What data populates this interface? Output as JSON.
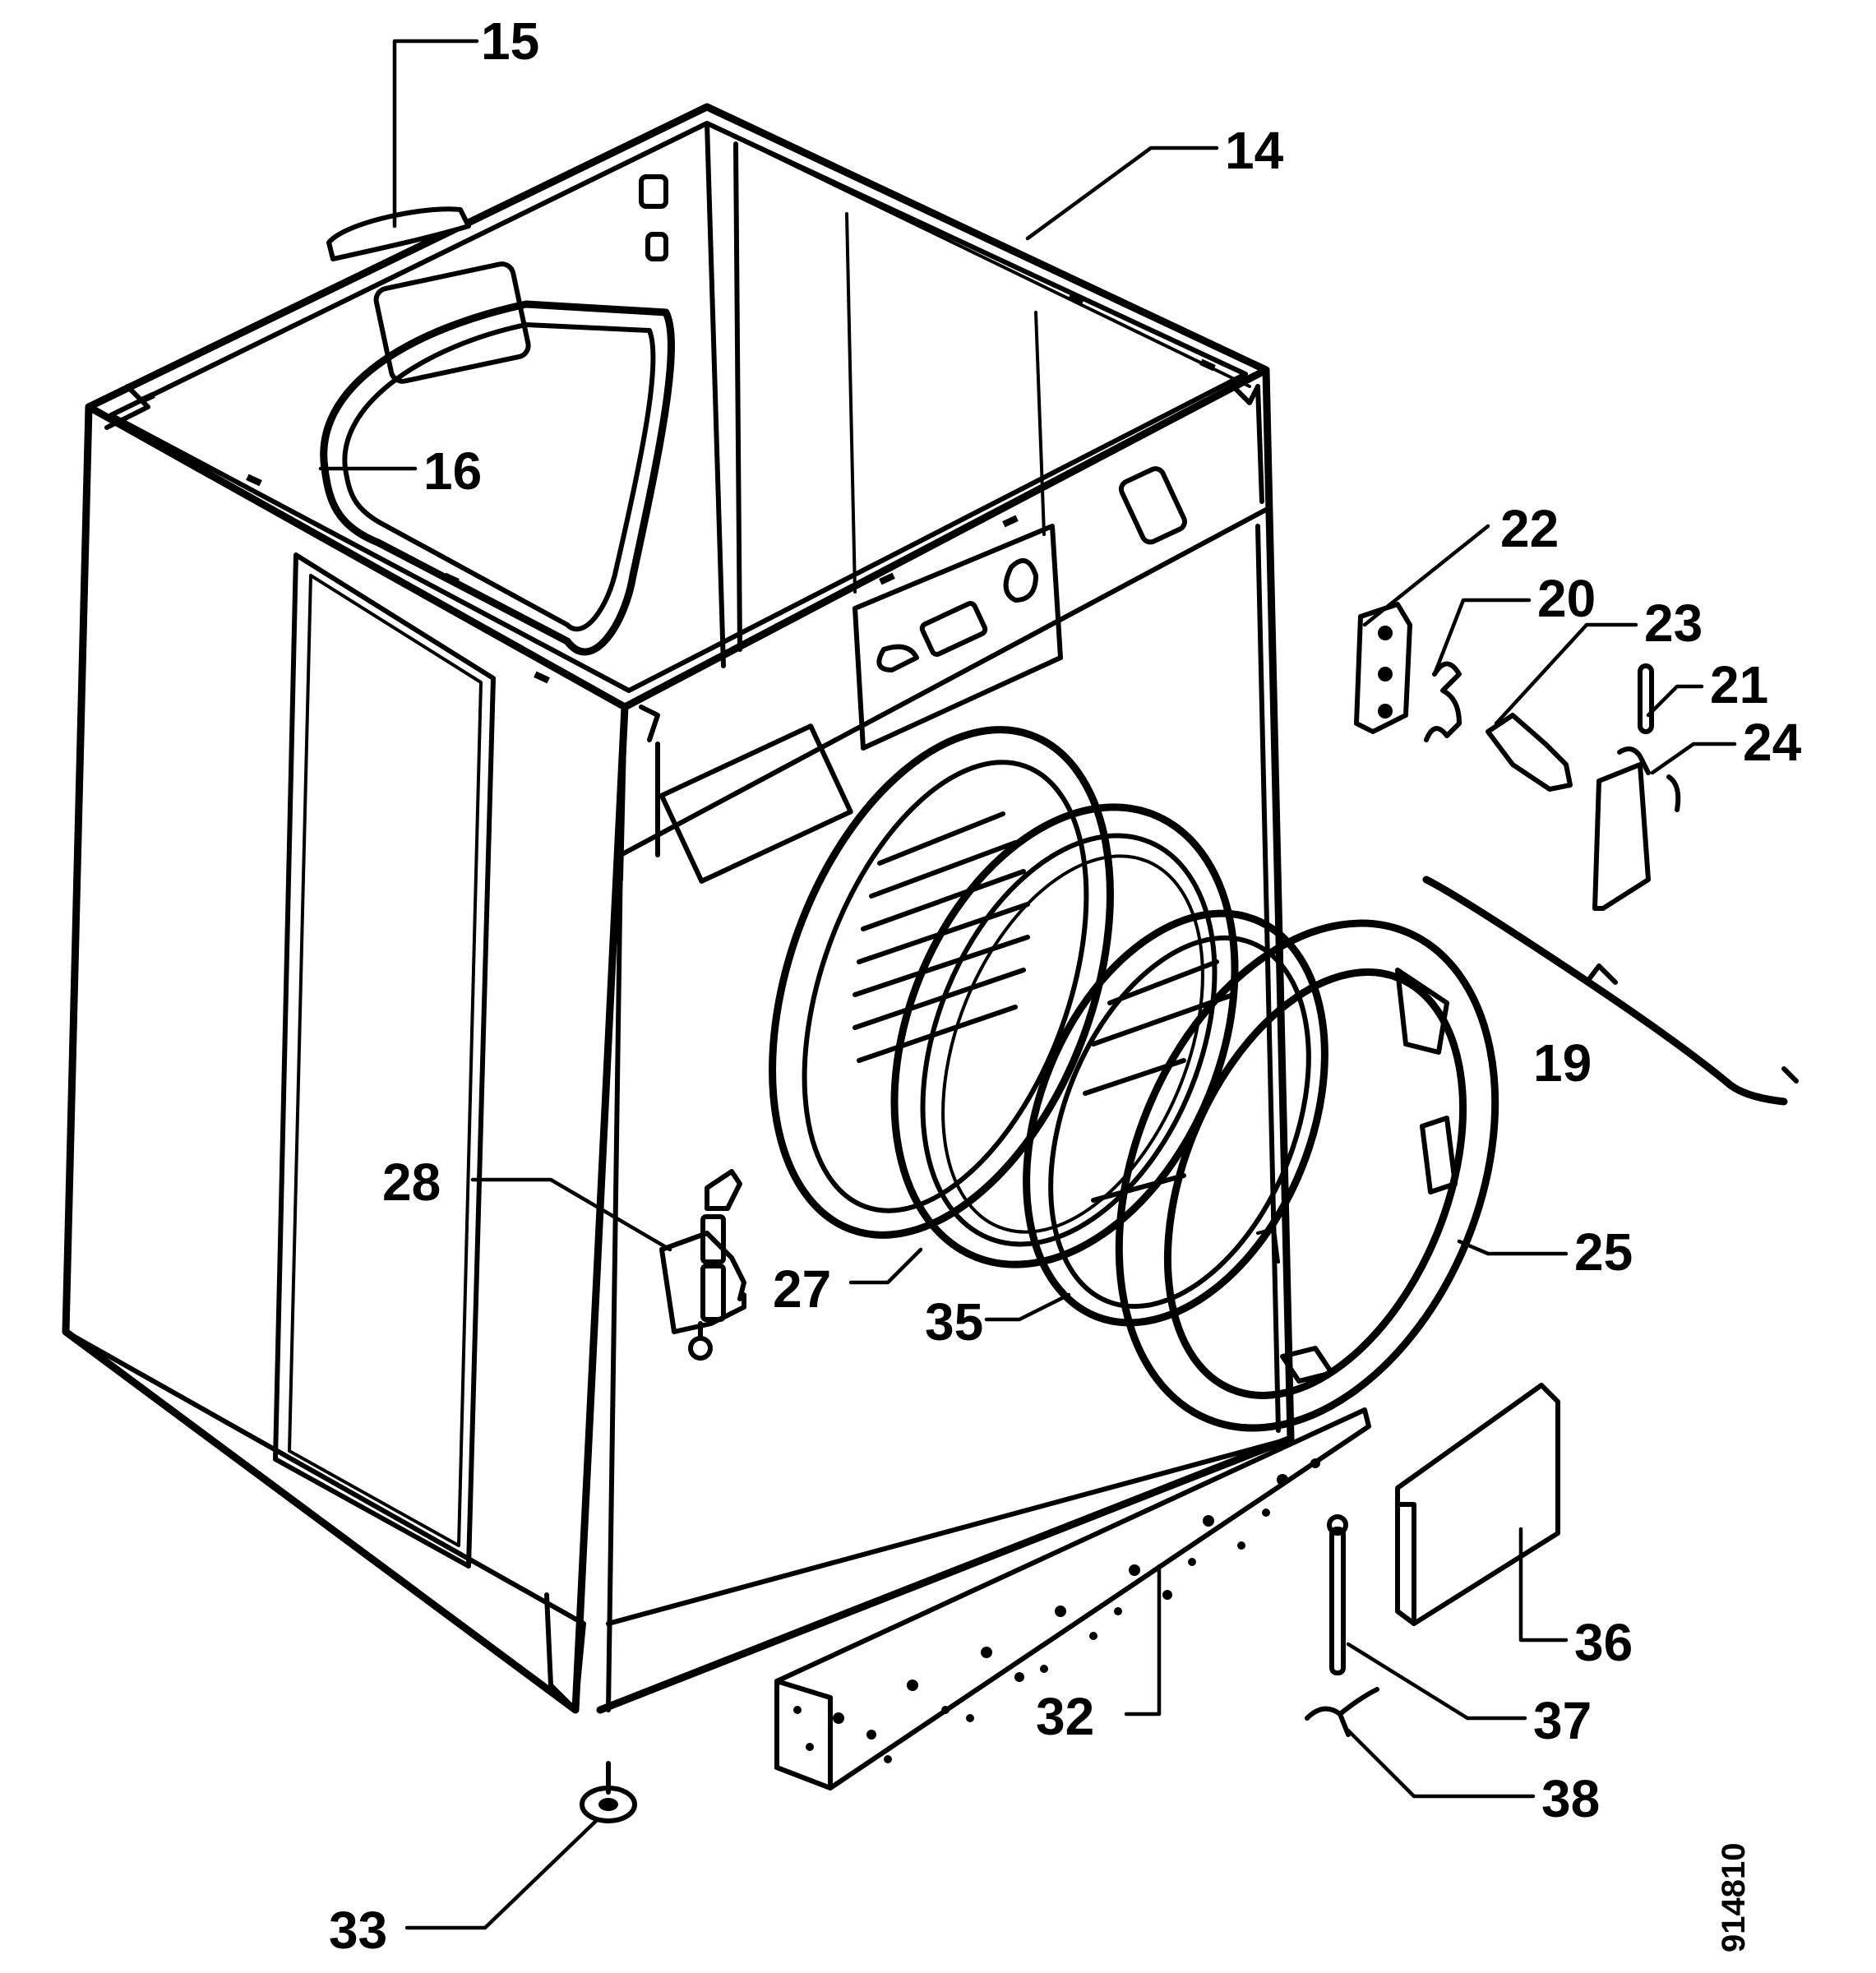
{
  "labels": {
    "p14": "14",
    "p15": "15",
    "p16": "16",
    "p19": "19",
    "p20": "20",
    "p21": "21",
    "p22": "22",
    "p23": "23",
    "p24": "24",
    "p25": "25",
    "p27": "27",
    "p28": "28",
    "p32": "32",
    "p33": "33",
    "p35": "35",
    "p36": "36",
    "p37": "37",
    "p38": "38"
  },
  "drawing_ref": "914810"
}
